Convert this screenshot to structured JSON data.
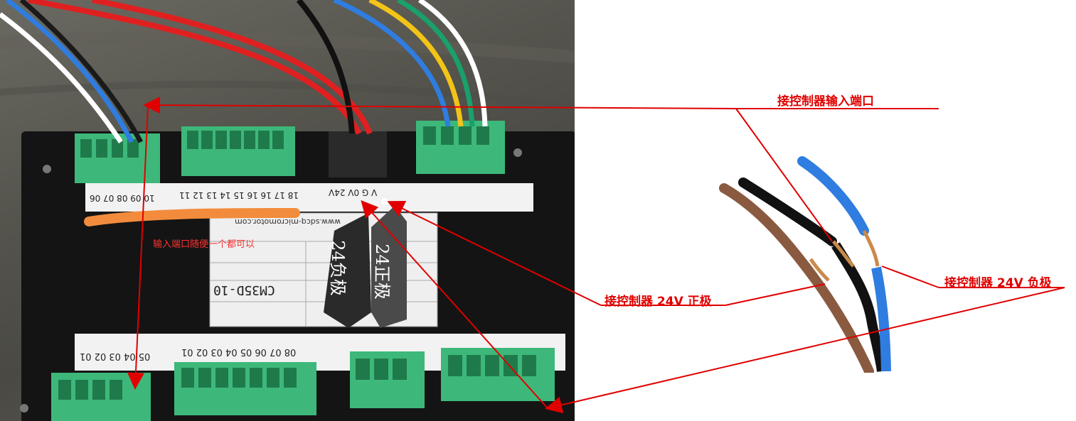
{
  "callouts": {
    "input_port": "接控制器输入端口",
    "positive": "接控制器 24V 正极",
    "negative": "接控制器 24V 负极"
  },
  "board": {
    "note": "输入端口随便一个都可以",
    "neg_tag": "24负极",
    "pos_tag": "24正极",
    "model": "CM35D-10",
    "website": "www.sdcq-micromotor.com",
    "top_strip": "10 09 08 07 06",
    "top_strip_mid": "18 17 16 16 15 14 13 12 11",
    "top_power": "V G 0V 24V",
    "bottom_strip": "05 04 03 02 01",
    "bottom_strip_mid": "08 07 06 05 04 03 02 01"
  },
  "colors": {
    "annotation": "#e00000",
    "terminal": "#3db87a",
    "board": "#151515",
    "marker": "#f28c3c"
  }
}
